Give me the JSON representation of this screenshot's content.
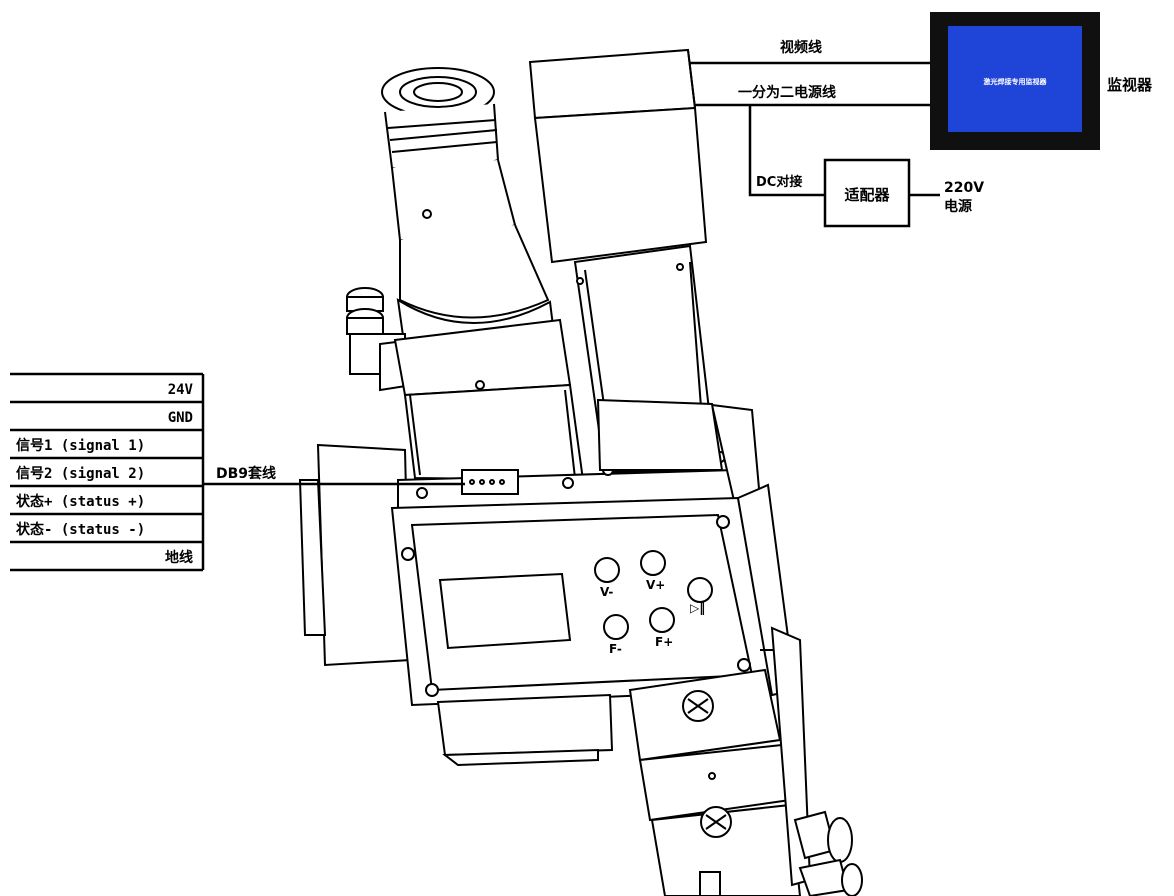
{
  "monitor": {
    "screen_text": "激光焊接专用监视器",
    "label": "监视器",
    "screen_color": "#1f44d8"
  },
  "cables": {
    "video": "视频线",
    "power_split": "一分为二电源线",
    "dc": "DC对接",
    "adapter": "适配器",
    "mains_voltage": "220V",
    "mains_label": "电源",
    "db9": "DB9套线"
  },
  "pins": [
    {
      "label": "24V",
      "align": "right"
    },
    {
      "label": "GND",
      "align": "right"
    },
    {
      "label": "信号1 (signal 1)",
      "align": "left"
    },
    {
      "label": "信号2 (signal 2)",
      "align": "left"
    },
    {
      "label": "状态+ (status +)",
      "align": "left"
    },
    {
      "label": "状态- (status -)",
      "align": "left"
    },
    {
      "label": "地线",
      "align": "right"
    }
  ],
  "buttons": {
    "v_minus": "V-",
    "v_plus": "V+",
    "play": "▷‖",
    "f_minus": "F-",
    "f_plus": "F+"
  }
}
